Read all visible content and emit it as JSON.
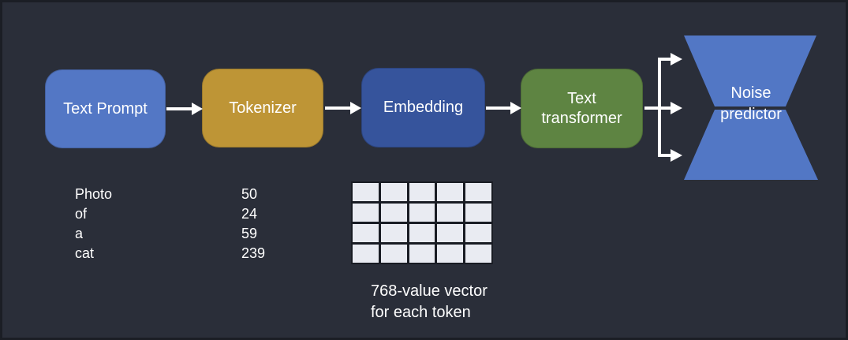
{
  "colors": {
    "background": "#2A2E39",
    "connector": "#FFFFFF",
    "grid_line": "#191C24"
  },
  "pipeline": {
    "boxes": [
      {
        "id": "text-prompt",
        "label": "Text Prompt",
        "color": "#5377C5"
      },
      {
        "id": "tokenizer",
        "label": "Tokenizer",
        "color": "#BE9536"
      },
      {
        "id": "embedding",
        "label": "Embedding",
        "color": "#36549C"
      },
      {
        "id": "text-transformer",
        "label_line1": "Text",
        "label_line2": "transformer",
        "color": "#5E8442"
      }
    ],
    "noise_predictor": {
      "label_line1": "Noise",
      "label_line2": "predictor",
      "color": "#5277C5"
    }
  },
  "token_table": {
    "rows": [
      {
        "word": "Photo",
        "token_id": "50"
      },
      {
        "word": "of",
        "token_id": "24"
      },
      {
        "word": "a",
        "token_id": "59"
      },
      {
        "word": "cat",
        "token_id": "239"
      }
    ]
  },
  "vector_grid": {
    "columns": 5,
    "rows": 4,
    "cell_color": "#E9EBF2",
    "caption_line1": "768-value vector",
    "caption_line2": "for each token"
  }
}
